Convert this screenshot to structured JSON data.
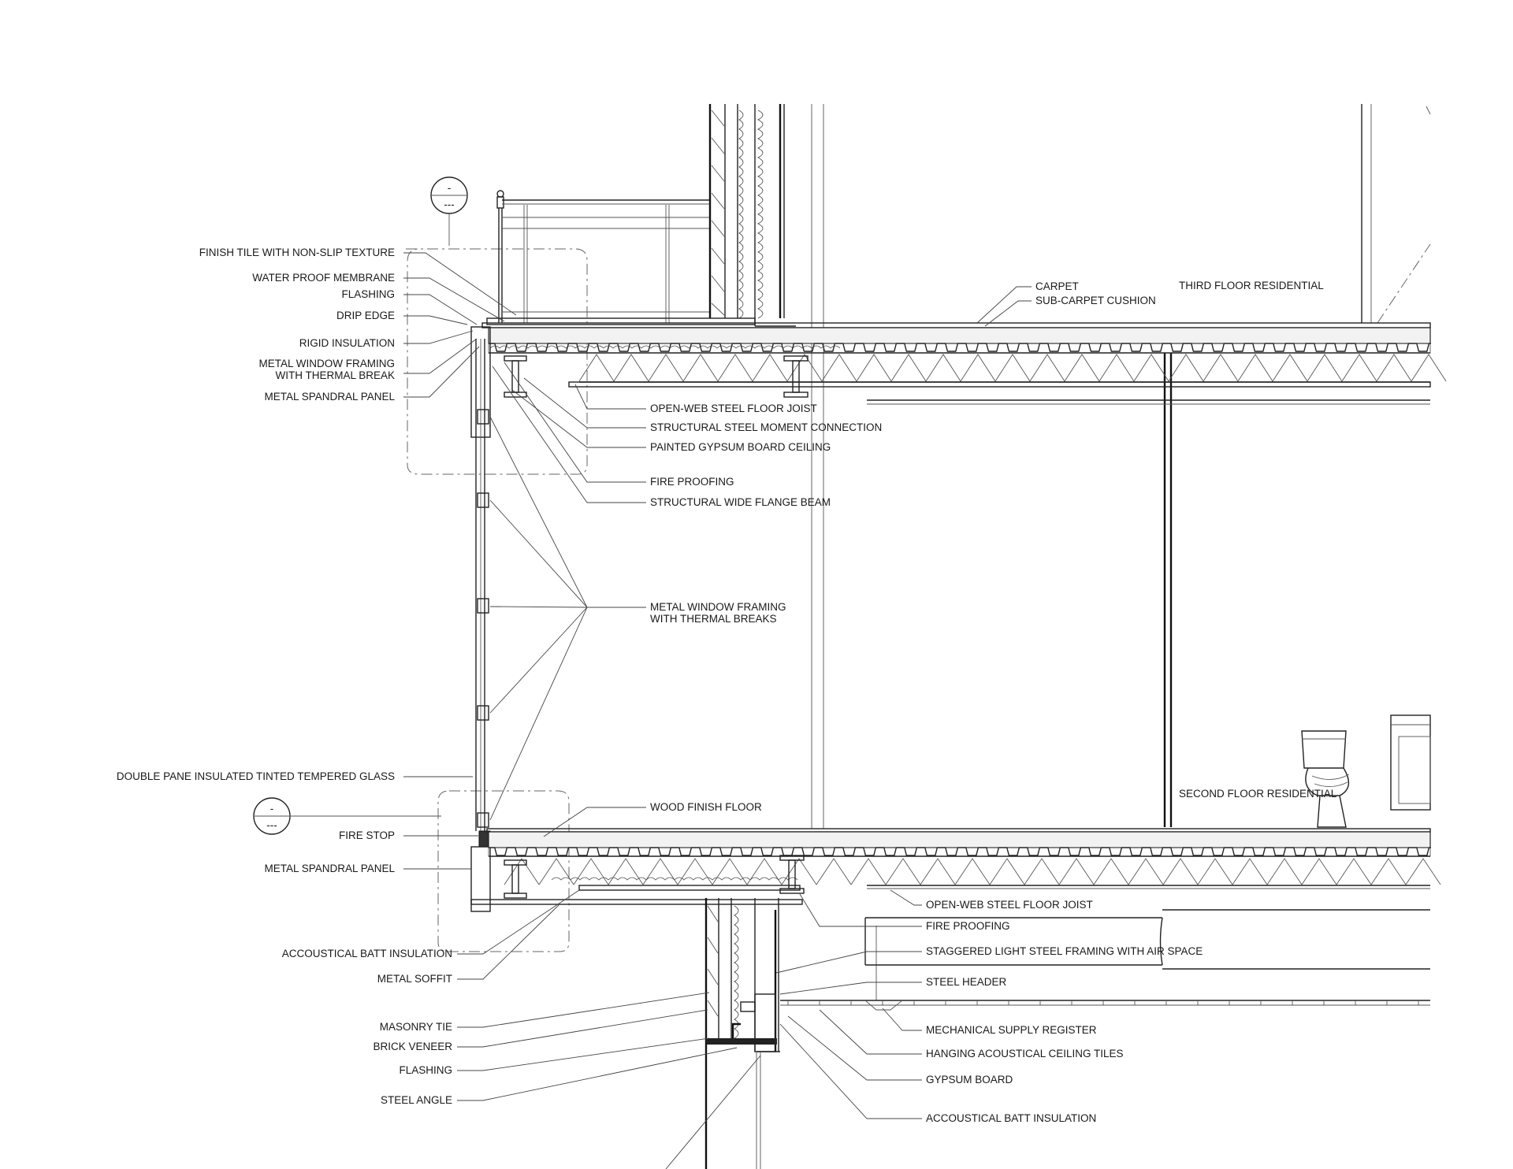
{
  "section_markers": [
    {
      "top": "-",
      "bottom": "---"
    },
    {
      "top": "-",
      "bottom": "---"
    }
  ],
  "rooms": {
    "third_floor": "THIRD FLOOR RESIDENTIAL",
    "second_floor": "SECOND FLOOR RESIDENTIAL"
  },
  "left_labels": [
    "FINISH TILE WITH NON-SLIP TEXTURE",
    "WATER PROOF MEMBRANE",
    "FLASHING",
    "DRIP EDGE",
    "RIGID INSULATION",
    "METAL WINDOW FRAMING",
    "WITH THERMAL BREAK",
    "METAL SPANDRAL PANEL",
    "DOUBLE PANE INSULATED TINTED TEMPERED GLASS",
    "FIRE STOP",
    "METAL SPANDRAL PANEL",
    "ACCOUSTICAL BATT INSULATION",
    "METAL SOFFIT",
    "MASONRY TIE",
    "BRICK VENEER",
    "FLASHING",
    "STEEL ANGLE"
  ],
  "mid_labels": [
    "OPEN-WEB STEEL FLOOR JOIST",
    "STRUCTURAL STEEL MOMENT CONNECTION",
    "PAINTED GYPSUM BOARD CEILING",
    "FIRE PROOFING",
    "STRUCTURAL WIDE FLANGE BEAM",
    "METAL WINDOW FRAMING",
    "WITH THERMAL BREAKS",
    "WOOD FINISH FLOOR"
  ],
  "top_labels": [
    "CARPET",
    "SUB-CARPET CUSHION"
  ],
  "bottom_labels": [
    "OPEN-WEB STEEL FLOOR JOIST",
    "FIRE PROOFING",
    "STAGGERED LIGHT STEEL FRAMING WITH AIR SPACE",
    "STEEL HEADER",
    "MECHANICAL SUPPLY REGISTER",
    "HANGING ACOUSTICAL CEILING TILES",
    "GYPSUM BOARD",
    "ACCOUSTICAL BATT INSULATION"
  ]
}
